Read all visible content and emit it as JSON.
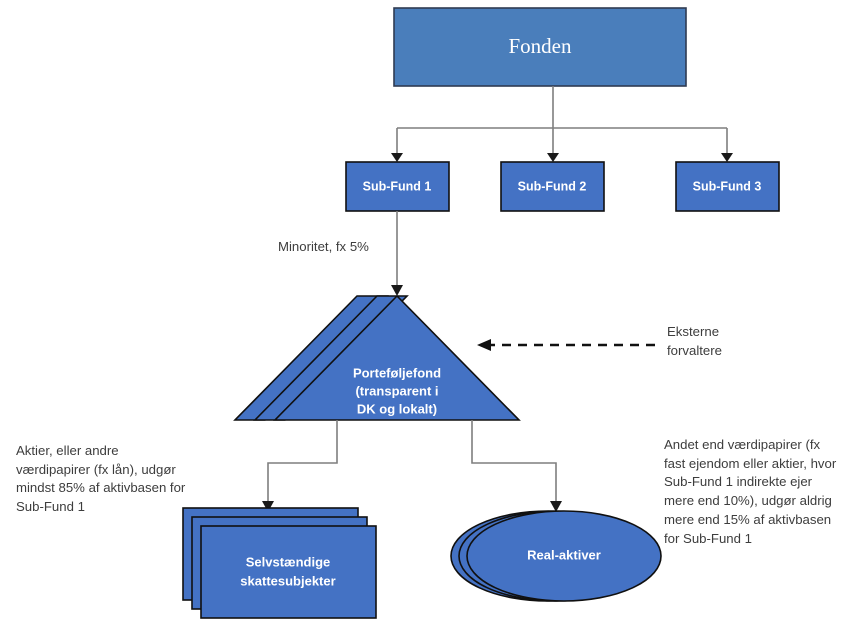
{
  "diagram": {
    "title_node": {
      "label": "Fonden",
      "color": "#4a7ebb"
    },
    "subfunds": [
      {
        "label": "Sub-Fund 1"
      },
      {
        "label": "Sub-Fund 2"
      },
      {
        "label": "Sub-Fund 3"
      }
    ],
    "portfolio_fund": {
      "line1": "Porteføljefond",
      "line2": "(transparent i",
      "line3": "DK og lokalt)",
      "color": "#4472c4"
    },
    "tax_subjects": {
      "line1": "Selvstændige",
      "line2": "skattesubjekter"
    },
    "real_assets": {
      "label": "Real-aktiver"
    },
    "annotations": {
      "minority": "Minoritet, fx 5%",
      "external_managers": "Eksterne\nforvaltere",
      "left_note": "Aktier, eller andre værdipapirer (fx lån), udgør mindst 85% af aktivbasen for Sub-Fund 1",
      "right_note": "Andet end værdipapirer (fx fast ejendom eller aktier, hvor Sub-Fund 1 indirekte ejer mere end 10%), udgør aldrig mere end 15% af aktivbasen for Sub-Fund 1"
    },
    "colors": {
      "shape_blue": "#4472c4",
      "header_blue": "#4a7ebb",
      "connector_gray": "#7f7f7f",
      "dashed_black": "#111111",
      "text_gray": "#3d3d3d"
    }
  }
}
